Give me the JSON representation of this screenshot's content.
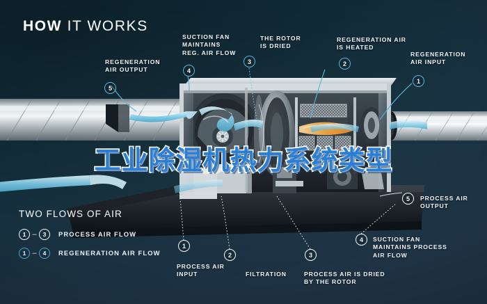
{
  "header": {
    "title_bold": "HOW",
    "title_light": "IT WORKS"
  },
  "overlay": {
    "chinese_title": "工业除湿机热力系统类型",
    "title_color": "#2f86dd",
    "outline_color": "#ffffff"
  },
  "callouts": [
    {
      "id": "regeneration-air-output",
      "number": "5",
      "line1": "REGENERATION",
      "line2": "AIR OUTPUT"
    },
    {
      "id": "suction-fan-reg",
      "number": "4",
      "line1": "SUCTION FAN",
      "line2": "MAINTAINS",
      "line3": "REG. AIR FLOW"
    },
    {
      "id": "rotor-is-dried",
      "number": "3",
      "line1": "THE ROTOR",
      "line2": "IS DRIED"
    },
    {
      "id": "regeneration-air-heated",
      "number": "2",
      "line1": "REGENERATION AIR",
      "line2": "IS HEATED"
    },
    {
      "id": "regeneration-air-input",
      "number": "1",
      "line1": "REGENERATION",
      "line2": "AIR INPUT"
    },
    {
      "id": "process-air-output",
      "number": "5",
      "line1": "PROCESS AIR",
      "line2": "OUTPUT"
    },
    {
      "id": "suction-fan-process",
      "number": "4",
      "line1": "SUCTION FAN",
      "line2": "MAINTAINS PROCESS",
      "line3": "AIR FLOW"
    },
    {
      "id": "process-air-input",
      "number": "1",
      "line1": "PROCESS AIR",
      "line2": "INPUT"
    },
    {
      "id": "filtration",
      "number": "2",
      "line1": "FILTRATION",
      "line2": ""
    },
    {
      "id": "process-air-dried",
      "number": "3",
      "line1": "PROCESS AIR IS DRIED",
      "line2": "BY THE ROTOR"
    }
  ],
  "legend": {
    "title": "TWO FLOWS OF AIR",
    "rows": [
      {
        "from": "1",
        "dash": "–",
        "to": "3",
        "label": "PROCESS AIR FLOW",
        "style": "white"
      },
      {
        "from": "1",
        "dash": "–",
        "to": "4",
        "label": "REGENERATION AIR FLOW",
        "style": "cyan"
      }
    ]
  },
  "colors": {
    "background_dark": "#0c2029",
    "background_light": "#203647",
    "accent_cyan": "#57b7d8",
    "airflow_blue": "#8fd4ea",
    "heater_orange": "#f0a84a",
    "text_white": "#f2f7fa"
  }
}
